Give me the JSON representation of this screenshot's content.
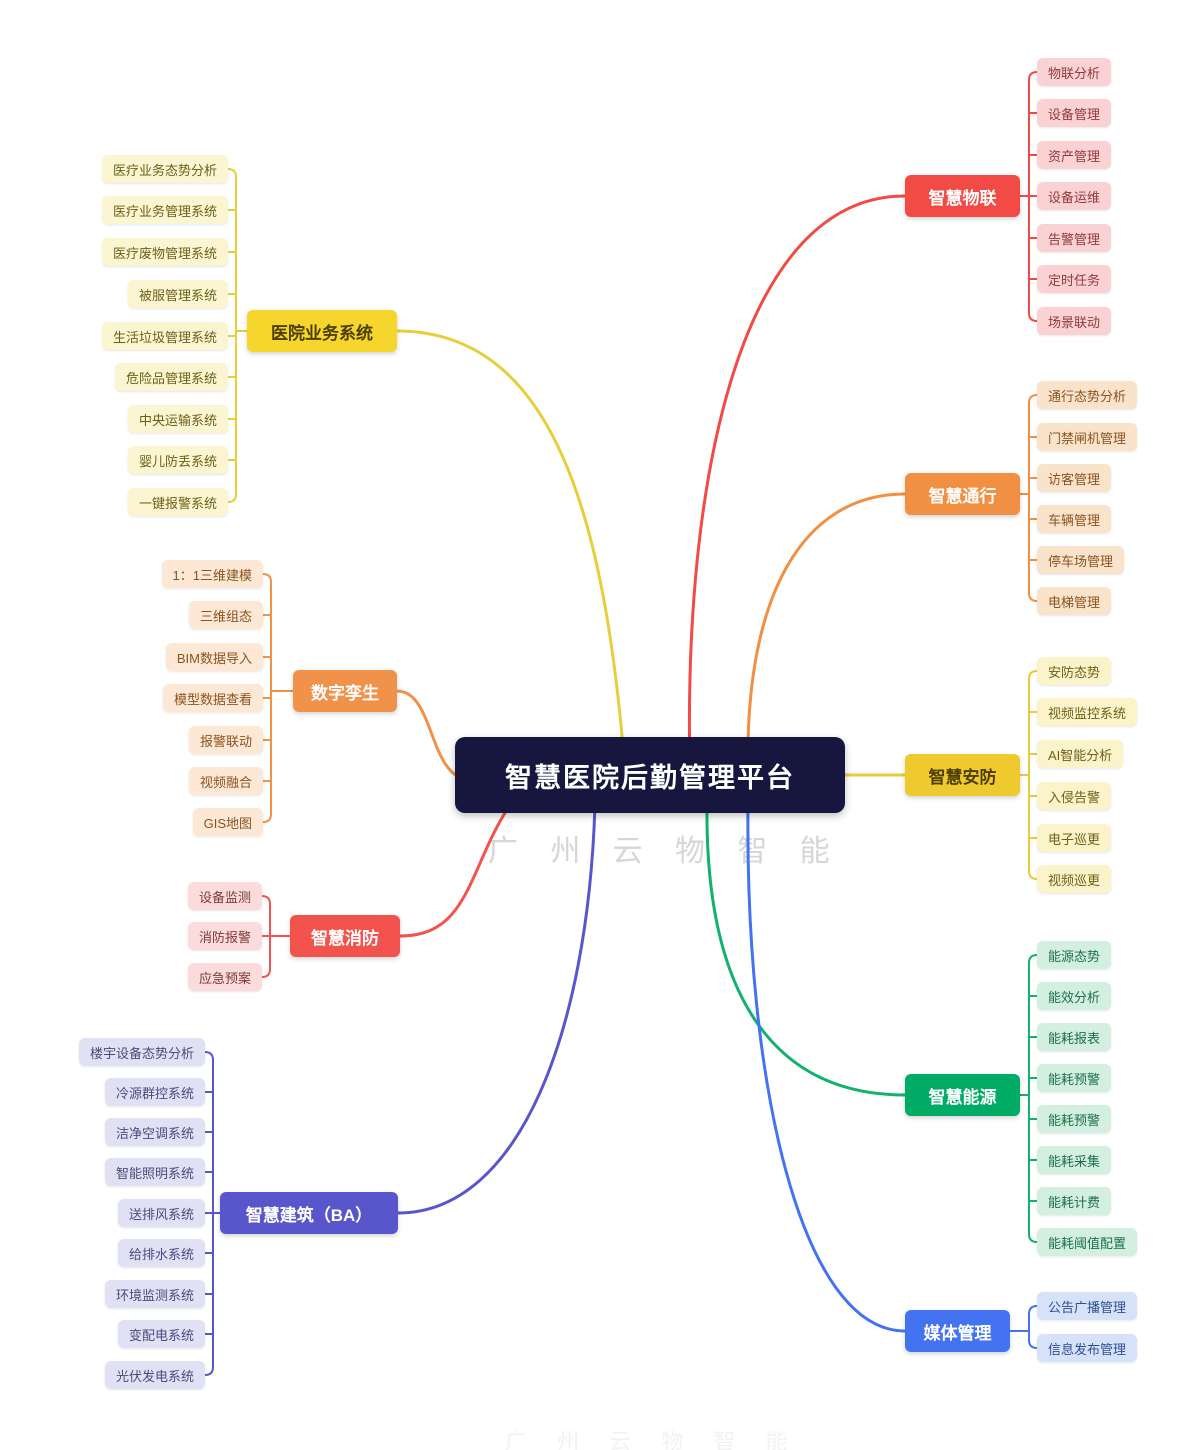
{
  "center": {
    "label": "智慧医院后勤管理平台",
    "bg": "#16163f",
    "text_color": "#ffffff"
  },
  "watermark": {
    "text": "广 州 云 物 智 能"
  },
  "branches": [
    {
      "id": "hospital-business",
      "label": "医院业务系统",
      "side": "left",
      "colors": {
        "line": "#e7ce3b",
        "node_bg": "#f6d62c",
        "node_text": "#4d3f00",
        "child_bg": "#fbf5d2",
        "child_text": "#6e5f17"
      },
      "children": [
        "医疗业务态势分析",
        "医疗业务管理系统",
        "医疗废物管理系统",
        "被服管理系统",
        "生活垃圾管理系统",
        "危险品管理系统",
        "中央运输系统",
        "婴儿防丢系统",
        "一键报警系统"
      ]
    },
    {
      "id": "digital-twin",
      "label": "数字孪生",
      "side": "left",
      "colors": {
        "line": "#f0924a",
        "node_bg": "#f0924a",
        "node_text": "#ffffff",
        "child_bg": "#fce8d5",
        "child_text": "#8a5420"
      },
      "children": [
        "1：1三维建模",
        "三维组态",
        "BIM数据导入",
        "模型数据查看",
        "报警联动",
        "视频融合",
        "GIS地图"
      ]
    },
    {
      "id": "fire-safety",
      "label": "智慧消防",
      "side": "left",
      "colors": {
        "line": "#f2544d",
        "node_bg": "#f2544d",
        "node_text": "#ffffff",
        "child_bg": "#fbdbdb",
        "child_text": "#7d3a3a"
      },
      "children": [
        "设备监测",
        "消防报警",
        "应急预案"
      ]
    },
    {
      "id": "smart-building",
      "label": "智慧建筑（BA）",
      "side": "left",
      "colors": {
        "line": "#5956cc",
        "node_bg": "#5956cc",
        "node_text": "#ffffff",
        "child_bg": "#e1e1f6",
        "child_text": "#4c4a7a"
      },
      "children": [
        "楼宇设备态势分析",
        "冷源群控系统",
        "洁净空调系统",
        "智能照明系统",
        "送排风系统",
        "给排水系统",
        "环境监测系统",
        "变配电系统",
        "光伏发电系统"
      ]
    },
    {
      "id": "smart-iot",
      "label": "智慧物联",
      "side": "right",
      "colors": {
        "line": "#f24a45",
        "node_bg": "#f24a45",
        "node_text": "#ffffff",
        "child_bg": "#fbd2d4",
        "child_text": "#8f3a3a"
      },
      "children": [
        "物联分析",
        "设备管理",
        "资产管理",
        "设备运维",
        "告警管理",
        "定时任务",
        "场景联动"
      ]
    },
    {
      "id": "smart-access",
      "label": "智慧通行",
      "side": "right",
      "colors": {
        "line": "#f18f43",
        "node_bg": "#f18f43",
        "node_text": "#ffffff",
        "child_bg": "#fae3cb",
        "child_text": "#8a5420"
      },
      "children": [
        "通行态势分析",
        "门禁闸机管理",
        "访客管理",
        "车辆管理",
        "停车场管理",
        "电梯管理"
      ]
    },
    {
      "id": "smart-security",
      "label": "智慧安防",
      "side": "right",
      "colors": {
        "line": "#e9cb3a",
        "node_bg": "#efca2e",
        "node_text": "#4d3f00",
        "child_bg": "#fbf3c9",
        "child_text": "#6e5f17"
      },
      "children": [
        "安防态势",
        "视频监控系统",
        "AI智能分析",
        "入侵告警",
        "电子巡更",
        "视频巡更"
      ]
    },
    {
      "id": "smart-energy",
      "label": "智慧能源",
      "side": "right",
      "colors": {
        "line": "#12b16d",
        "node_bg": "#00ab66",
        "node_text": "#ffffff",
        "child_bg": "#d2efe0",
        "child_text": "#1f6e4a"
      },
      "children": [
        "能源态势",
        "能效分析",
        "能耗报表",
        "能耗预警",
        "能耗预警",
        "能耗采集",
        "能耗计费",
        "能耗阈值配置"
      ]
    },
    {
      "id": "media-management",
      "label": "媒体管理",
      "side": "right",
      "colors": {
        "line": "#4473f2",
        "node_bg": "#4473f2",
        "node_text": "#ffffff",
        "child_bg": "#d6e2fa",
        "child_text": "#2f4f8f"
      },
      "children": [
        "公告广播管理",
        "信息发布管理"
      ]
    }
  ]
}
